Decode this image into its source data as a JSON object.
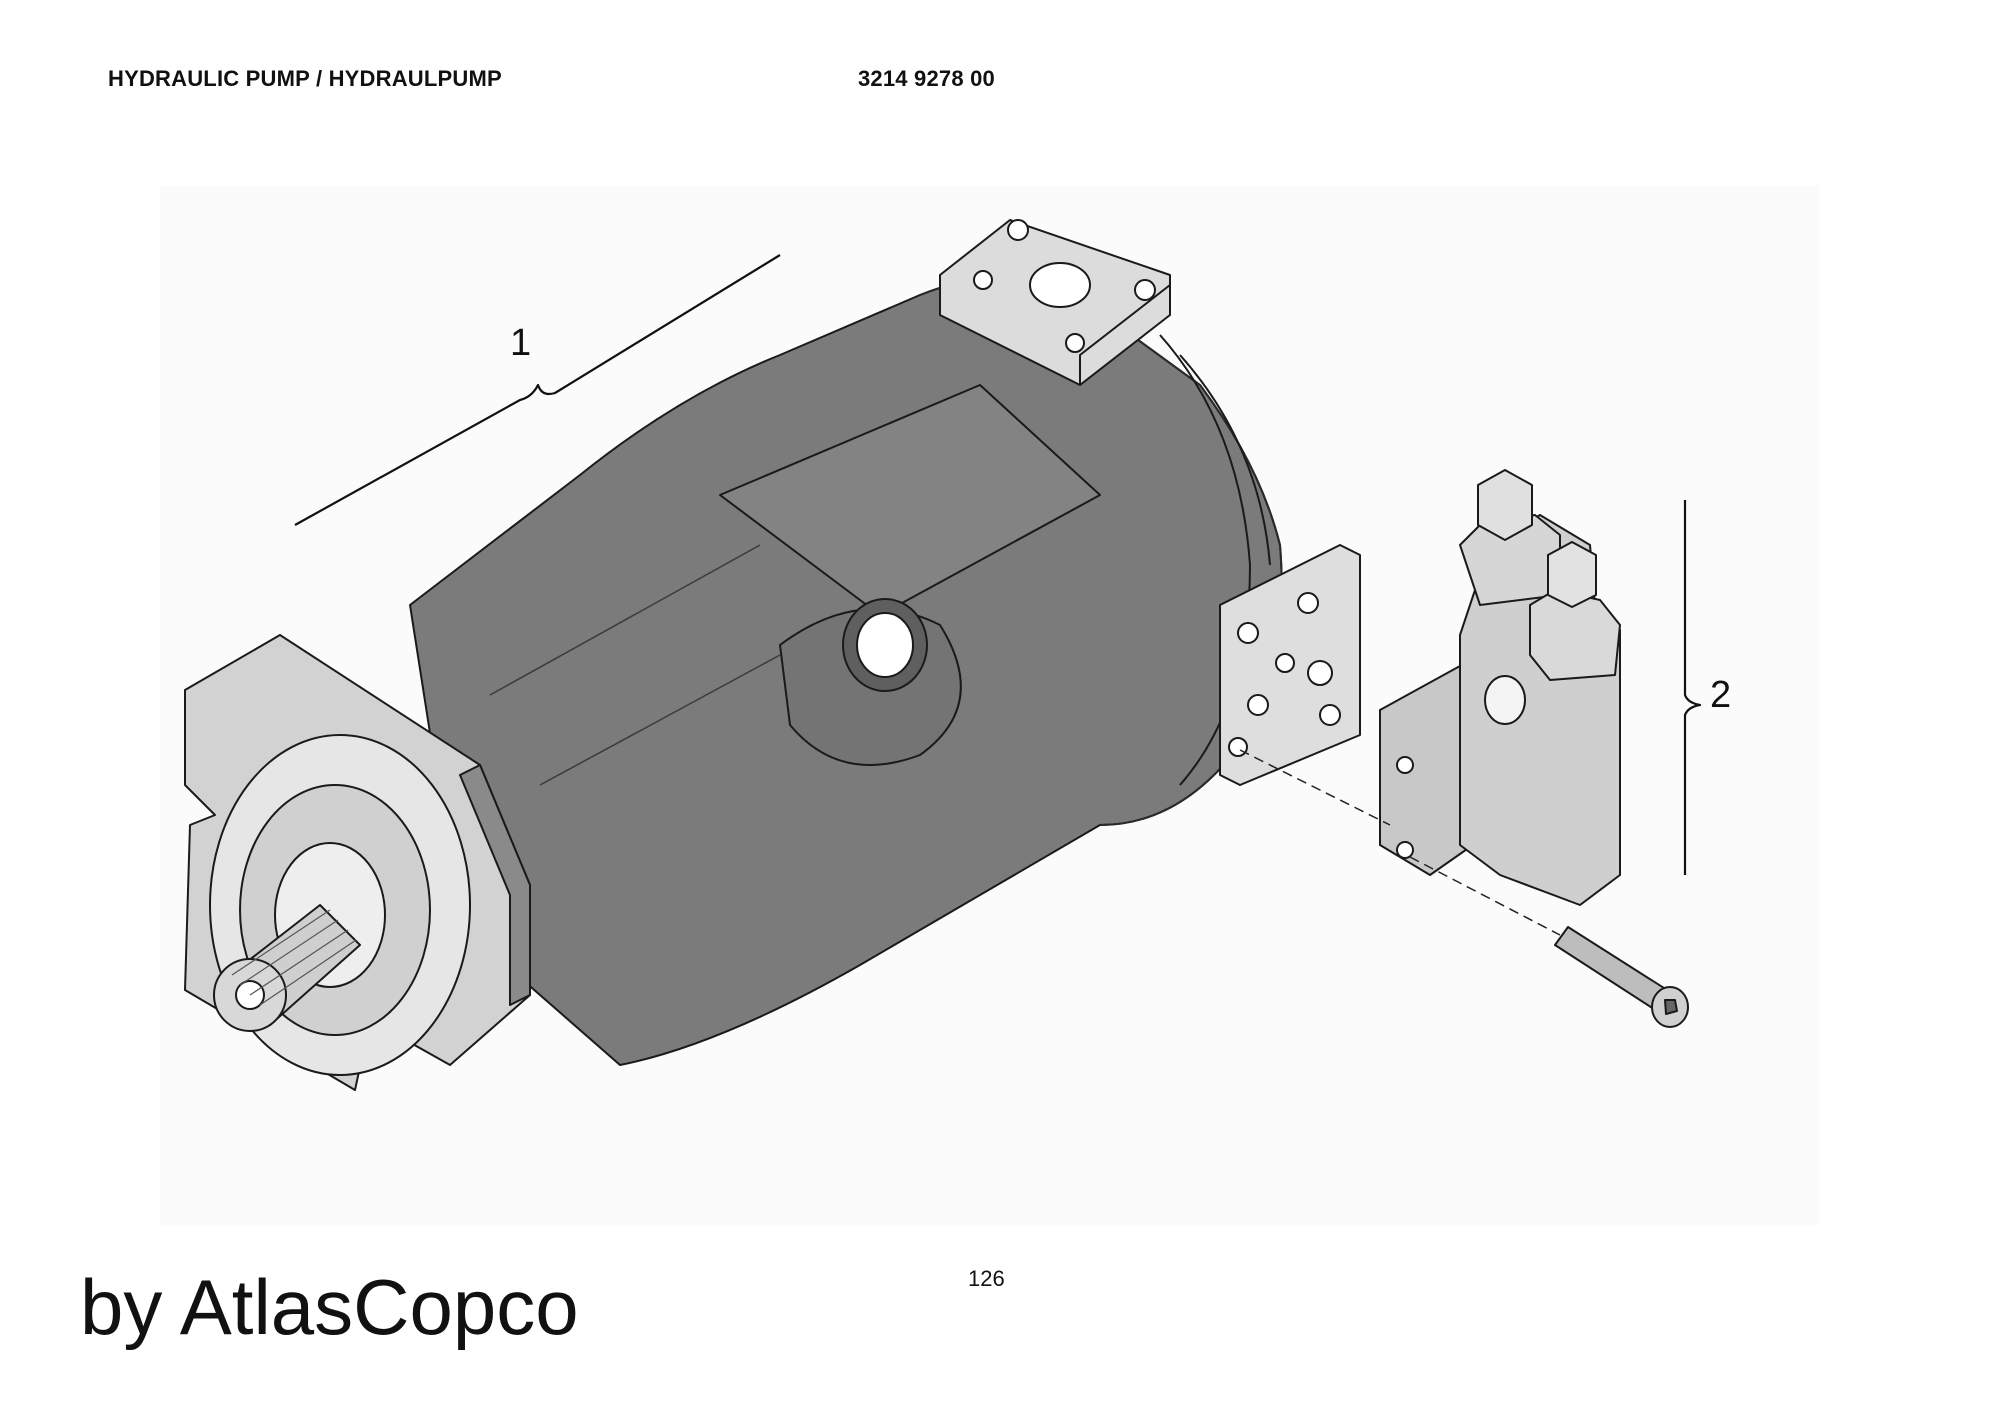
{
  "header": {
    "title": "HYDRAULIC PUMP / HYDRAULPUMP",
    "part_number": "3214 9278 00"
  },
  "figure": {
    "callouts": [
      "1",
      "2"
    ]
  },
  "footer": {
    "page_number": "126",
    "brand": "by AtlasCopco"
  },
  "colors": {
    "pump_body": "#7b7b7b",
    "flange": "#d2d2d2",
    "valve": "#c8c8c8",
    "outline": "#1a1a1a"
  }
}
